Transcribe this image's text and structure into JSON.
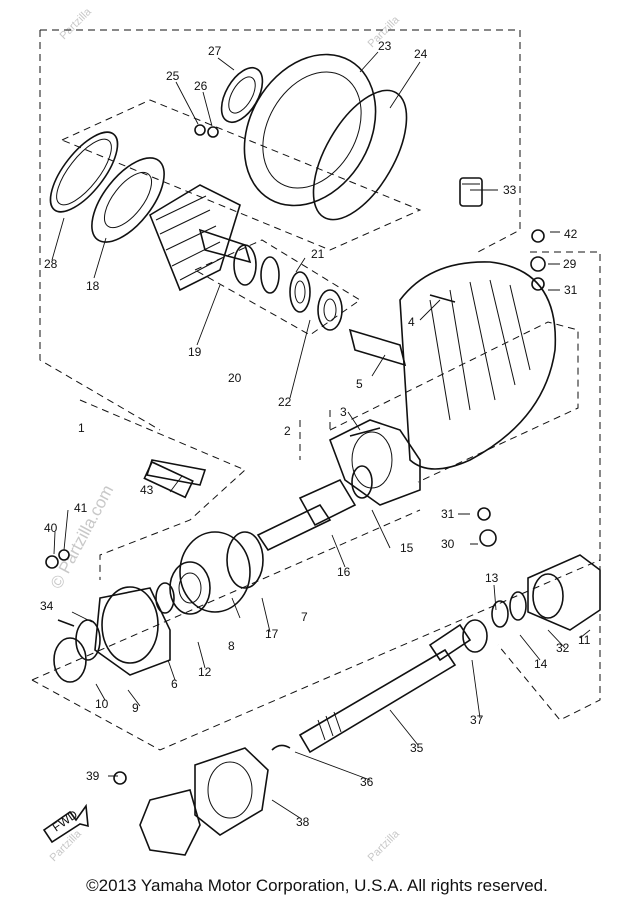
{
  "copyright": "©2013 Yamaha Motor Corporation, U.S.A. All rights reserved.",
  "watermark": {
    "brand": "Partzilla",
    "vertical_text": "© Partzilla.com",
    "small_text": "© Partzilla.com"
  },
  "fwd_label": "FWD",
  "callouts": {
    "c1": "1",
    "c2": "2",
    "c3": "3",
    "c4": "4",
    "c5": "5",
    "c6": "6",
    "c7": "7",
    "c8": "8",
    "c9": "9",
    "c10": "10",
    "c11": "11",
    "c12": "12",
    "c13": "13",
    "c14": "14",
    "c15": "15",
    "c16": "16",
    "c17": "17",
    "c18": "18",
    "c19": "19",
    "c20": "20",
    "c21": "21",
    "c22": "22",
    "c23": "23",
    "c24": "24",
    "c25": "25",
    "c26": "26",
    "c27": "27",
    "c28": "28",
    "c29": "29",
    "c30": "30",
    "c31a": "31",
    "c31b": "31",
    "c32": "32",
    "c33": "33",
    "c34": "34",
    "c35": "35",
    "c36": "36",
    "c37": "37",
    "c38": "38",
    "c39": "39",
    "c40": "40",
    "c41": "41",
    "c42": "42",
    "c43": "43"
  }
}
